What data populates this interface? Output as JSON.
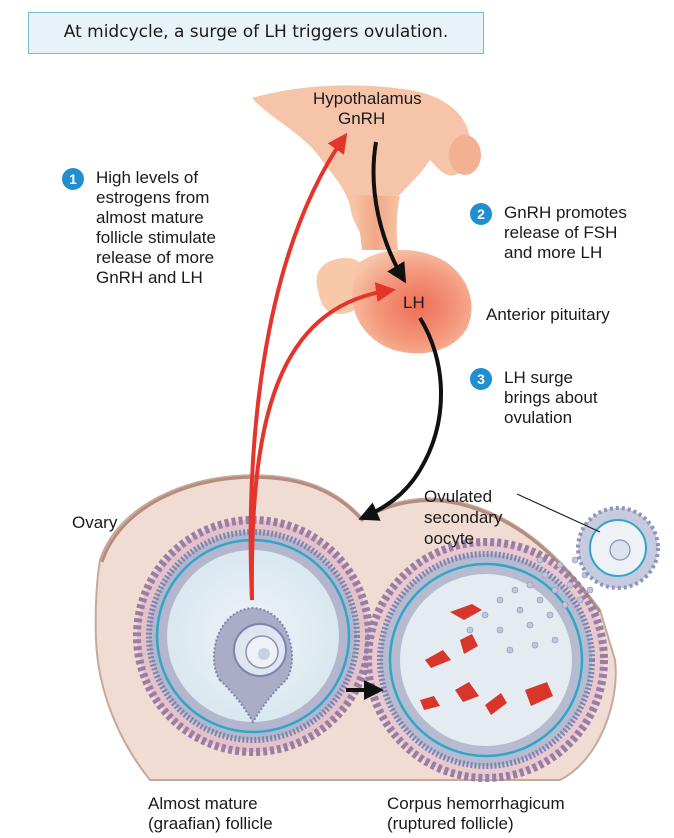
{
  "caption": "At midcycle, a surge of LH triggers ovulation.",
  "labels": {
    "hypothalamus": "Hypothalamus",
    "gnrh": "GnRH",
    "lh": "LH",
    "anterior_pituitary": "Anterior pituitary",
    "ovary": "Ovary",
    "ovulated_oocyte": [
      "Ovulated",
      "secondary",
      "oocyte"
    ],
    "graafian_follicle": [
      "Almost mature",
      "(graafian) follicle"
    ],
    "corpus_hemorrhagicum": [
      "Corpus hemorrhagicum",
      "(ruptured follicle)"
    ]
  },
  "steps": [
    {
      "number": "1",
      "lines": [
        "High levels of",
        "estrogens from",
        "almost mature",
        "follicle stimulate",
        "release of more",
        "GnRH and LH"
      ]
    },
    {
      "number": "2",
      "lines": [
        "GnRH promotes",
        "release of FSH",
        "and more LH"
      ]
    },
    {
      "number": "3",
      "lines": [
        "LH surge",
        "brings about",
        "ovulation"
      ]
    }
  ],
  "colors": {
    "badge": "#1f8fd0",
    "stimulatory_arrow": "#e5342b",
    "pathway_arrow": "#111111",
    "pituitary": "#f4a988",
    "ovary_tissue": "#f0dcd3",
    "caption_box": "#e8f3f8"
  }
}
